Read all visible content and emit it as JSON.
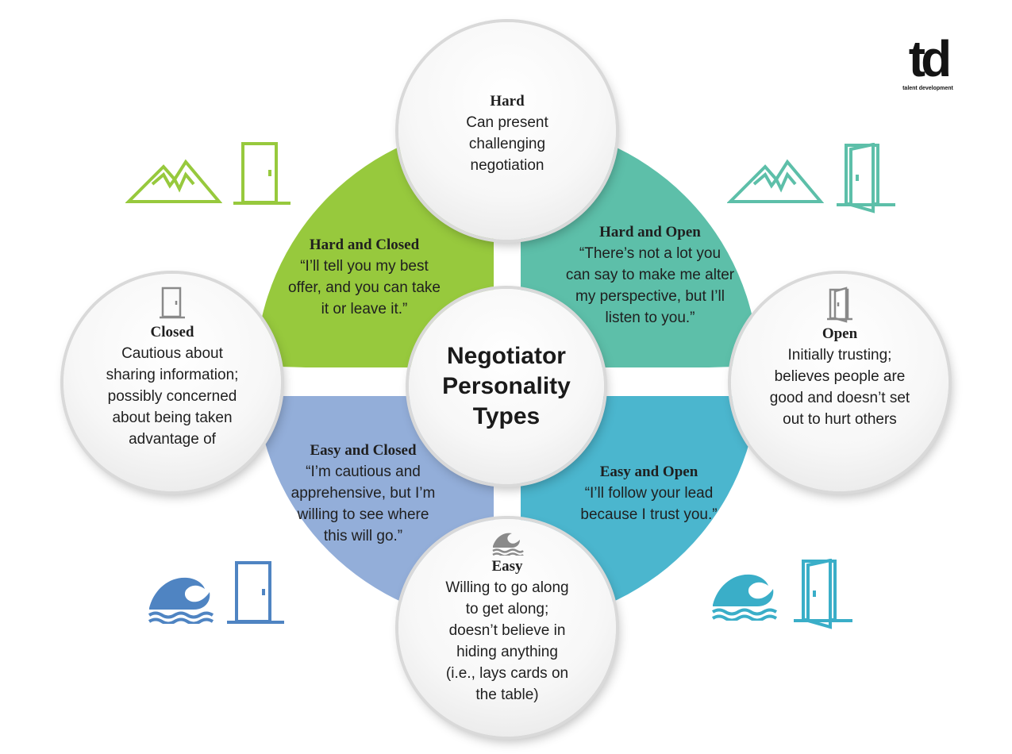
{
  "colors": {
    "hard_closed": "#97c93d",
    "hard_open": "#5dbfa9",
    "easy_closed": "#93aed9",
    "easy_open": "#4bb6ce"
  },
  "center": {
    "title": "Negotiator\nPersonality\nTypes"
  },
  "quadrants": {
    "hard_closed": {
      "title": "Hard and Closed",
      "quote": "“I’ll tell you my best\noffer, and you can take\nit or leave it.”"
    },
    "hard_open": {
      "title": "Hard and Open",
      "quote": "“There’s not a lot you\ncan say to make me alter\nmy perspective, but I’ll\nlisten to you.”"
    },
    "easy_closed": {
      "title": "Easy and Closed",
      "quote": "“I’m cautious and\napprehensive, but I’m\nwilling to see where\nthis will go.”"
    },
    "easy_open": {
      "title": "Easy and Open",
      "quote": "“I’ll follow your lead\nbecause I trust you.”"
    }
  },
  "traits": {
    "hard": {
      "title": "Hard",
      "text": "Can present\nchallenging\nnegotiation"
    },
    "closed": {
      "title": "Closed",
      "text": "Cautious about\nsharing information;\npossibly concerned\nabout being taken\nadvantage of"
    },
    "open": {
      "title": "Open",
      "text": "Initially trusting;\nbelieves people are\ngood and doesn’t set\nout to hurt others"
    },
    "easy": {
      "title": "Easy",
      "text": "Willing to go along\nto get along;\ndoesn’t believe in\nhiding anything\n(i.e., lays cards on\nthe table)"
    }
  },
  "icons": {
    "mountain": "mountain-icon",
    "closed_door": "closed-door-icon",
    "open_door": "open-door-icon",
    "wave": "wave-icon"
  },
  "logo": {
    "mark": "td",
    "text": "talent development"
  }
}
